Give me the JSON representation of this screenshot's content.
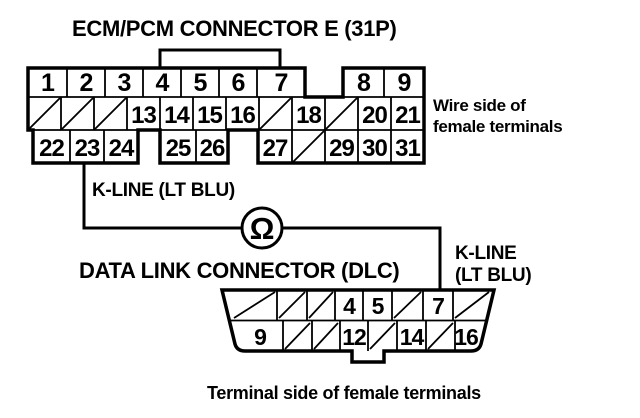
{
  "diagram": {
    "colors": {
      "ink": "#000000",
      "paper": "#ffffff"
    },
    "ecm": {
      "title": "ECM/PCM CONNECTOR E (31P)",
      "side_note_line1": "Wire side of",
      "side_note_line2": "female terminals",
      "kline_label": "K-LINE (LT BLU)",
      "pins_row1": [
        "1",
        "2",
        "3",
        "4",
        "5",
        "6",
        "7",
        "8",
        "9"
      ],
      "pins_row2": [
        "13",
        "14",
        "15",
        "16",
        "18",
        "20",
        "21"
      ],
      "pins_row3": [
        "22",
        "23",
        "24",
        "25",
        "26",
        "27",
        "29",
        "30",
        "31"
      ]
    },
    "meter": {
      "symbol": "Ω"
    },
    "dlc": {
      "title": "DATA LINK CONNECTOR (DLC)",
      "kline_label_line1": "K-LINE",
      "kline_label_line2": "(LT BLU)",
      "pins_row1": [
        "4",
        "5",
        "7"
      ],
      "pins_row2": [
        "9",
        "12",
        "14",
        "16"
      ],
      "side_note": "Terminal side of female terminals"
    }
  }
}
